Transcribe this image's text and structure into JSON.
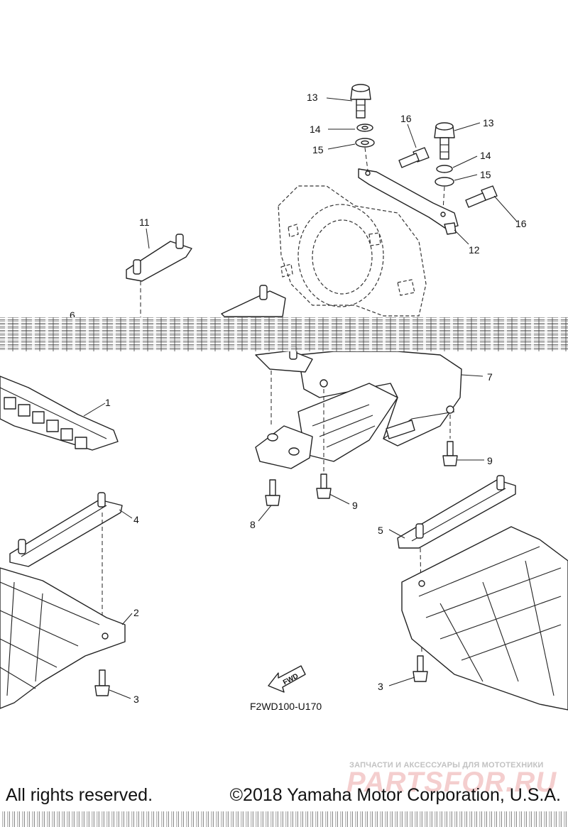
{
  "diagram_code": "F2WD100-U170",
  "fwd_label": "FWD",
  "callouts": [
    "1",
    "2",
    "3",
    "3",
    "4",
    "5",
    "6",
    "7",
    "8",
    "9",
    "9",
    "11",
    "12",
    "13",
    "13",
    "14",
    "14",
    "15",
    "15",
    "16",
    "16"
  ],
  "footer": {
    "rights": "All rights reserved.",
    "copyright": "©2018 Yamaha Motor Corporation, U.S.A."
  },
  "watermark": {
    "tagline": "ЗАПЧАСТИ И АКСЕССУАРЫ ДЛЯ МОТОТЕХНИКИ",
    "site": "PARTSFOR.RU"
  }
}
